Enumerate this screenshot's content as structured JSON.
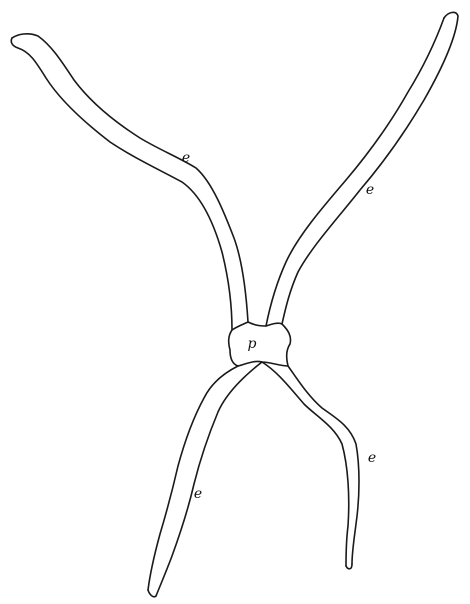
{
  "figure": {
    "labels": {
      "center": "p",
      "arm_upper_left": "e",
      "arm_upper_right": "e",
      "arm_lower_left": "e",
      "arm_lower_right": "e"
    }
  }
}
